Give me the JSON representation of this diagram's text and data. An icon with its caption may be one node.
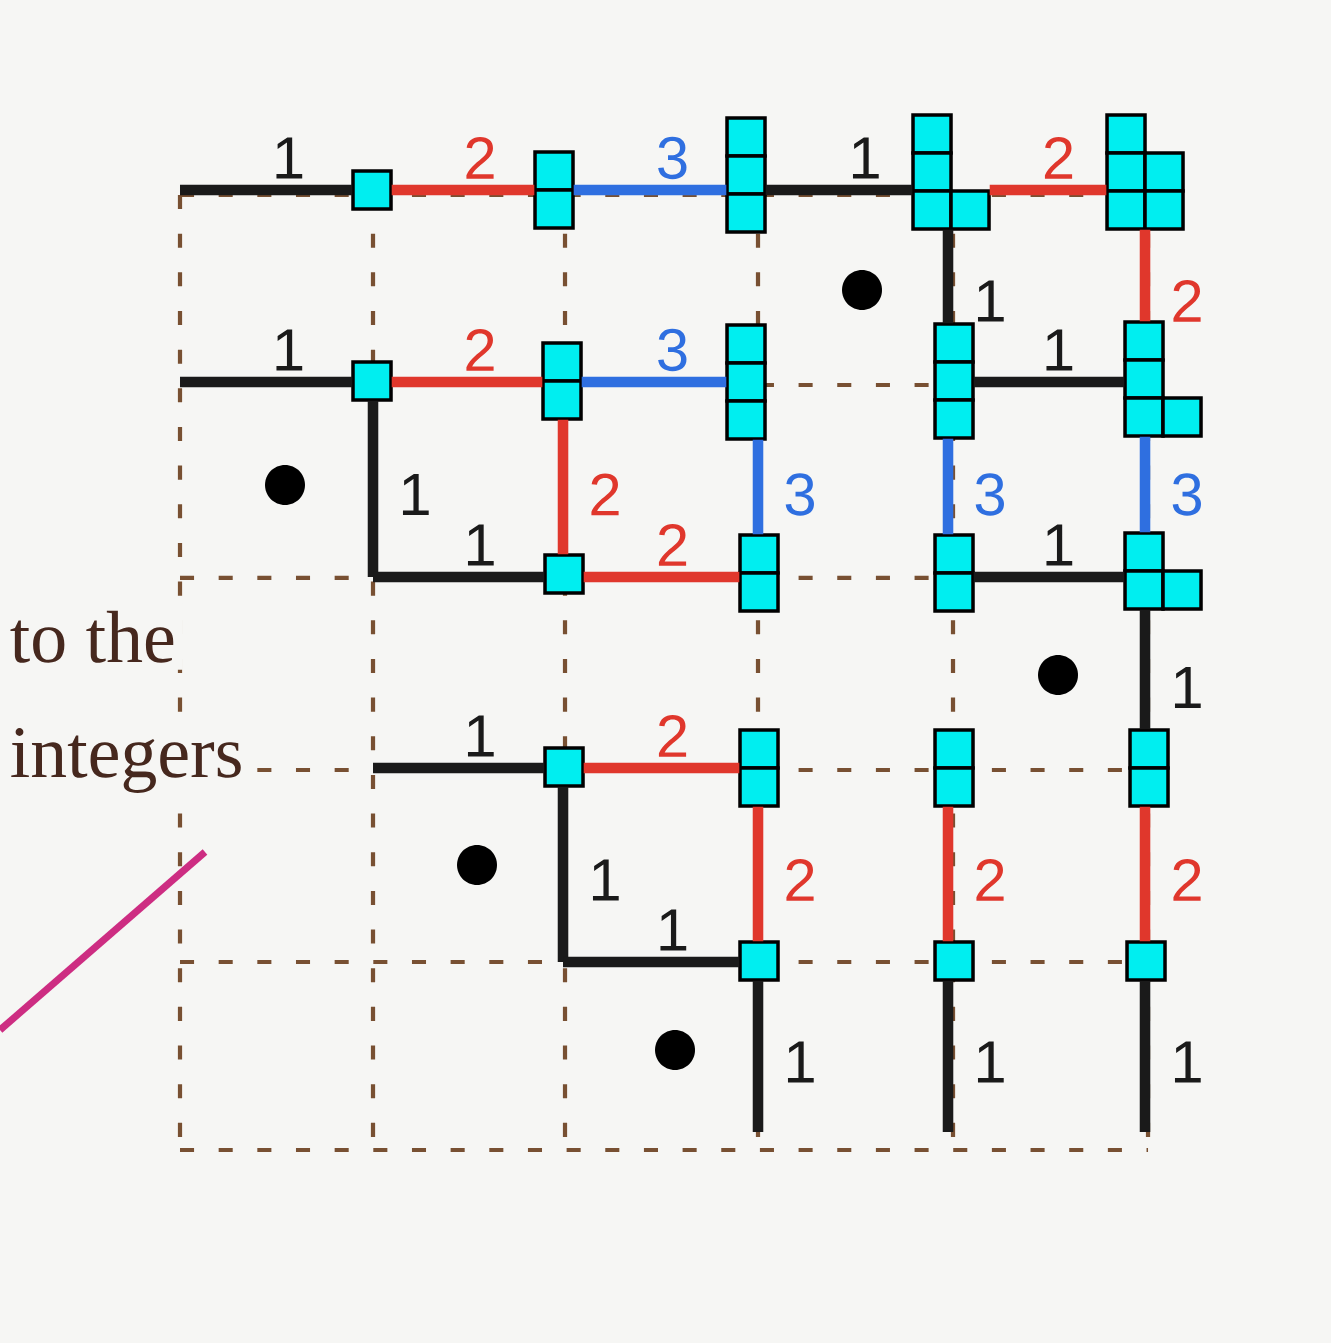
{
  "diagram": {
    "nodes": [
      {
        "text": [],
        "shape": "box"
      },
      {
        "text": [],
        "shape": "box"
      },
      {
        "text": [],
        "shape": "box"
      },
      {
        "text": [],
        "shape": "box"
      },
      {
        "text": [],
        "shape": "box"
      },
      {
        "text": [],
        "shape": "box"
      },
      {
        "text": [],
        "shape": "box"
      },
      {
        "text": [],
        "shape": "box"
      },
      {
        "text": [],
        "shape": "box"
      },
      {
        "text": [],
        "shape": "box"
      },
      {
        "text": [],
        "shape": "box"
      },
      {
        "text": [],
        "shape": "box"
      },
      {
        "text": [],
        "shape": "box"
      },
      {
        "text": [],
        "shape": "box"
      },
      {
        "text": [],
        "shape": "box"
      },
      {
        "text": [],
        "shape": "box"
      },
      {
        "text": [],
        "shape": "box"
      },
      {
        "text": [],
        "shape": "box"
      },
      {
        "text": [],
        "shape": "box"
      },
      {
        "text": [],
        "shape": "box"
      },
      {
        "text": [],
        "shape": "box"
      }
    ],
    "edges": [
      {
        "from": null,
        "to": 0,
        "arrow": "none",
        "label": "1"
      },
      {
        "from": 0,
        "to": 1,
        "arrow": "none",
        "label": "2",
        "color": "#e0372c"
      },
      {
        "from": 1,
        "to": 2,
        "arrow": "none",
        "label": "3",
        "color": "#2f6fe0"
      },
      {
        "from": 2,
        "to": 3,
        "arrow": "none",
        "label": "1"
      },
      {
        "from": 3,
        "to": 4,
        "arrow": "none",
        "label": "2",
        "color": "#e0372c"
      },
      {
        "from": 3,
        "to": 8,
        "arrow": "none",
        "label": "1"
      },
      {
        "from": 4,
        "to": 9,
        "arrow": "none",
        "label": "2",
        "color": "#e0372c"
      },
      {
        "from": null,
        "to": 5,
        "arrow": "none",
        "label": "1"
      },
      {
        "from": 5,
        "to": 6,
        "arrow": "none",
        "label": "2",
        "color": "#e0372c"
      },
      {
        "from": 6,
        "to": 7,
        "arrow": "none",
        "label": "3",
        "color": "#2f6fe0"
      },
      {
        "from": 8,
        "to": 9,
        "arrow": "none",
        "label": "1"
      },
      {
        "from": 5,
        "to": null,
        "arrow": "none",
        "label": "1"
      },
      {
        "from": 6,
        "to": 10,
        "arrow": "none",
        "label": "2",
        "color": "#e0372c"
      },
      {
        "from": 7,
        "to": 11,
        "arrow": "none",
        "label": "3",
        "color": "#2f6fe0"
      },
      {
        "from": 8,
        "to": 12,
        "arrow": "none",
        "label": "3",
        "color": "#2f6fe0"
      },
      {
        "from": 9,
        "to": 13,
        "arrow": "none",
        "label": "3",
        "color": "#2f6fe0"
      },
      {
        "from": null,
        "to": 10,
        "arrow": "none",
        "label": "1"
      },
      {
        "from": 10,
        "to": 11,
        "arrow": "none",
        "label": "2",
        "color": "#e0372c"
      },
      {
        "from": 12,
        "to": 13,
        "arrow": "none",
        "label": "1"
      },
      {
        "from": 13,
        "to": 17,
        "arrow": "none",
        "label": "1"
      },
      {
        "from": null,
        "to": 14,
        "arrow": "none",
        "label": "1"
      },
      {
        "from": 14,
        "to": 15,
        "arrow": "none",
        "label": "2",
        "color": "#e0372c"
      },
      {
        "from": 14,
        "to": null,
        "arrow": "none",
        "label": "1"
      },
      {
        "from": 15,
        "to": 18,
        "arrow": "none",
        "label": "2",
        "color": "#e0372c"
      },
      {
        "from": 16,
        "to": 19,
        "arrow": "none",
        "label": "2",
        "color": "#e0372c"
      },
      {
        "from": 17,
        "to": 20,
        "arrow": "none",
        "label": "2",
        "color": "#e0372c"
      },
      {
        "from": null,
        "to": 18,
        "arrow": "none",
        "label": "1"
      },
      {
        "from": 18,
        "to": null,
        "arrow": "none",
        "label": "1"
      },
      {
        "from": 19,
        "to": null,
        "arrow": "none",
        "label": "1"
      },
      {
        "from": 20,
        "to": null,
        "arrow": "none",
        "label": "1"
      }
    ],
    "labels": [
      "to the",
      "integers"
    ]
  }
}
